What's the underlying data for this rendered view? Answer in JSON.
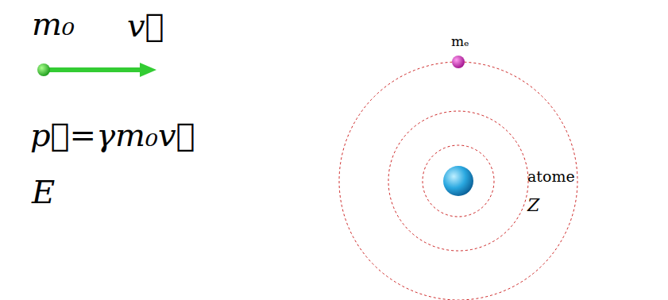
{
  "diagram": {
    "labels": [
      "m₀",
      "v⃗",
      "p⃗=γm₀v⃗",
      "E",
      "mₑ",
      "atome",
      "Z"
    ]
  }
}
